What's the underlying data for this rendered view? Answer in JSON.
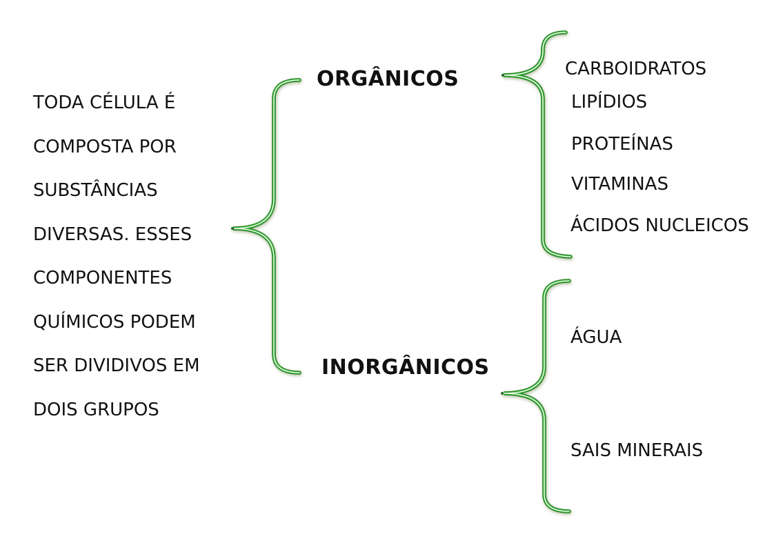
{
  "diagram": {
    "background": "#ffffff",
    "text_color": "#111111",
    "brace_green": "#3eb53e",
    "brace_green_dark": "#1f7a1f",
    "intro_lines": [
      "TODA CÉLULA É",
      "COMPOSTA POR",
      "SUBSTÂNCIAS",
      "DIVERSAS. ESSES",
      "COMPONENTES",
      "QUÍMICOS PODEM",
      "SER DIVIDIVOS EM",
      "DOIS GRUPOS"
    ],
    "groups": [
      {
        "label": "ORGÂNICOS",
        "items": [
          "CARBOIDRATOS",
          "LIPÍDIOS",
          "PROTEÍNAS",
          "VITAMINAS",
          "ÁCIDOS NUCLEICOS"
        ]
      },
      {
        "label": "INORGÂNICOS",
        "items": [
          "ÁGUA",
          "SAIS MINERAIS"
        ]
      }
    ]
  }
}
